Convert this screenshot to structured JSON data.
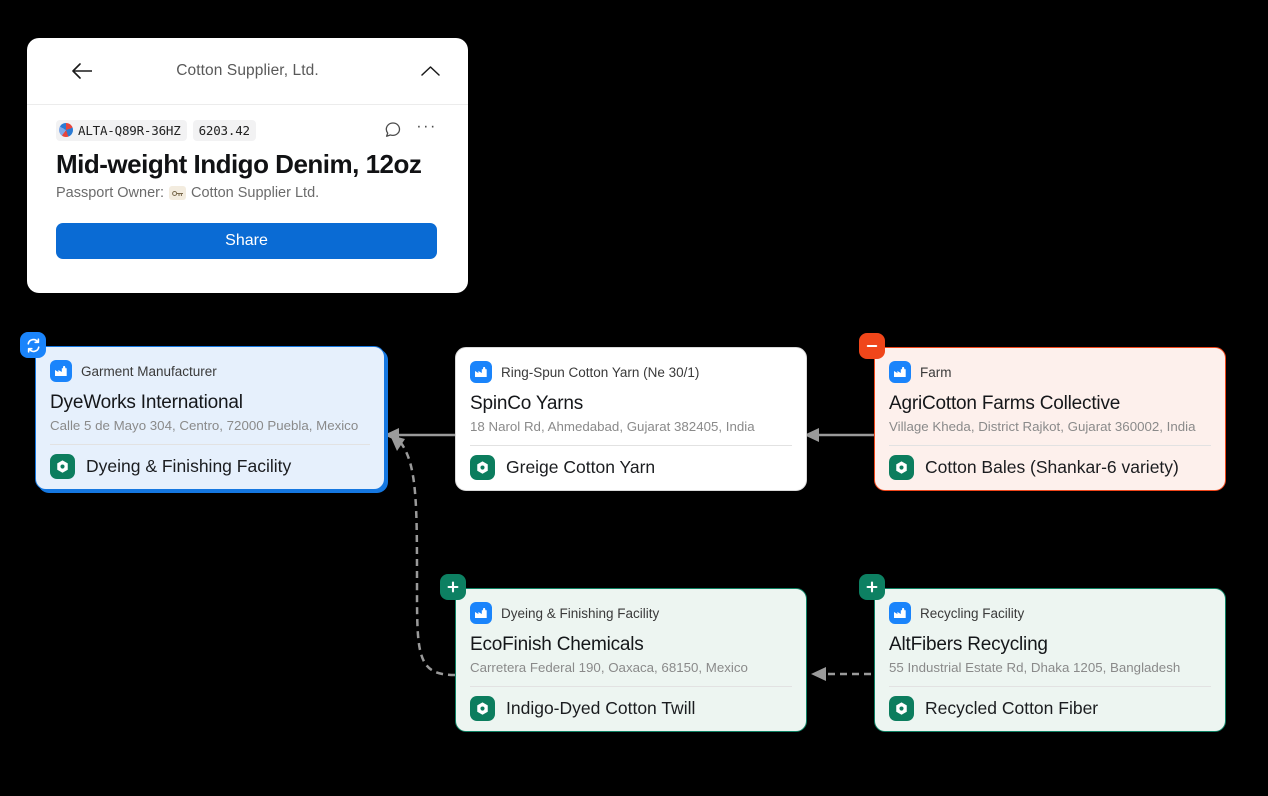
{
  "detail_panel": {
    "title": "Cotton Supplier, Ltd.",
    "back_icon": "arrow-left-icon",
    "collapse_icon": "chevron-up-icon",
    "passport_id": "ALTA-Q89R-36HZ",
    "passport_number": "6203.42",
    "comment_icon": "comment-bubble-icon",
    "more_icon": "ellipsis-icon",
    "product_title": "Mid-weight Indigo Denim, 12oz",
    "owner_prefix": "Passport Owner:",
    "owner_name": "Cotton Supplier Ltd.",
    "share_label": "Share"
  },
  "nodes": [
    {
      "id": "dyeworks",
      "badge": "sync-icon",
      "type_label": "Garment Manufacturer",
      "name": "DyeWorks International",
      "address": "Calle 5 de Mayo 304, Centro, 72000 Puebla, Mexico",
      "product": "Dyeing & Finishing Facility",
      "accent": "#1577e0"
    },
    {
      "id": "spinco",
      "badge": null,
      "type_label": "Ring-Spun Cotton Yarn (Ne 30/1)",
      "name": "SpinCo Yarns",
      "address": "18 Narol Rd, Ahmedabad, Gujarat 382405, India",
      "product": "Greige Cotton Yarn",
      "accent": "#d9d9d9"
    },
    {
      "id": "agricotton",
      "badge": "minus-icon",
      "type_label": "Farm",
      "name": "AgriCotton Farms Collective",
      "address": "Village Kheda, District Rajkot, Gujarat 360002, India",
      "product": "Cotton Bales (Shankar-6 variety)",
      "accent": "#f0461a"
    },
    {
      "id": "ecofinish",
      "badge": "plus-icon",
      "type_label": "Dyeing & Finishing Facility",
      "name": "EcoFinish Chemicals",
      "address": "Carretera Federal 190, Oaxaca, 68150, Mexico",
      "product": "Indigo-Dyed Cotton Twill",
      "accent": "#0d8062"
    },
    {
      "id": "altfibers",
      "badge": "plus-icon",
      "type_label": "Recycling Facility",
      "name": "AltFibers Recycling",
      "address": "55 Industrial Estate Rd, Dhaka 1205, Bangladesh",
      "product": "Recycled Cotton Fiber",
      "accent": "#0d8062"
    }
  ],
  "icons": {
    "factory": "factory-icon",
    "product": "product-node-icon"
  },
  "colors": {
    "brand_blue": "#0a6bd4",
    "node_blue": "#1577e0",
    "node_red": "#f0461a",
    "node_green": "#0d8062",
    "canvas": "#000000"
  }
}
